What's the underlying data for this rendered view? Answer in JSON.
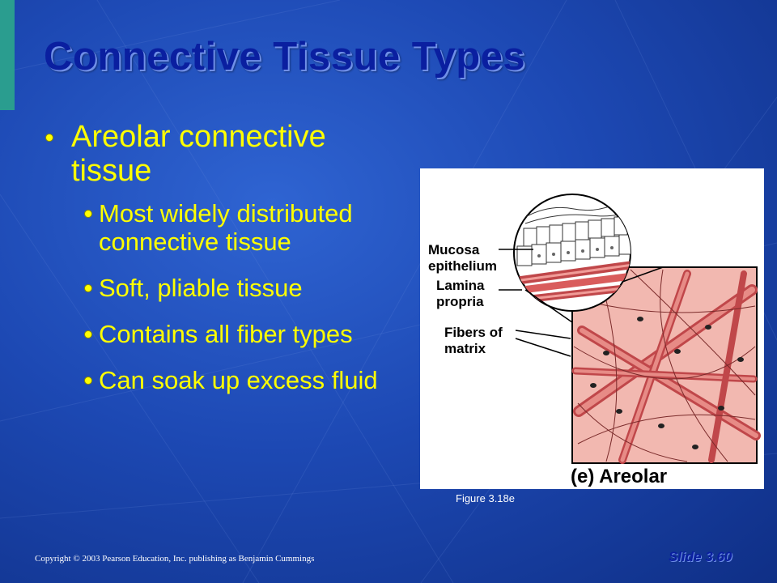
{
  "slide": {
    "title": "Connective Tissue Types",
    "bullets": [
      {
        "level": 1,
        "text": "Areolar connective tissue"
      },
      {
        "level": 2,
        "text": "Most widely distributed connective tissue"
      },
      {
        "level": 2,
        "text": "Soft, pliable tissue"
      },
      {
        "level": 2,
        "text": "Contains all fiber types"
      },
      {
        "level": 2,
        "text": "Can soak up excess fluid"
      }
    ],
    "figure": {
      "labels": {
        "mucosa": "Mucosa",
        "epithelium": "epithelium",
        "lamina": "Lamina",
        "propria": "propria",
        "fibers_of": "Fibers of",
        "matrix": "matrix",
        "panel": "(e) Areolar"
      },
      "caption": "Figure 3.18e"
    },
    "footer": {
      "copyright": "Copyright © 2003 Pearson Education, Inc. publishing as Benjamin Cummings",
      "slide_number": "Slide 3.60"
    }
  },
  "colors": {
    "background": "#1d49b4",
    "title": "#0a1fa0",
    "bullet_text": "#ffff00",
    "accent_bar": "#2a9d8f",
    "tissue_pink": "#f2b8b0",
    "fiber_red": "#c0474a"
  }
}
